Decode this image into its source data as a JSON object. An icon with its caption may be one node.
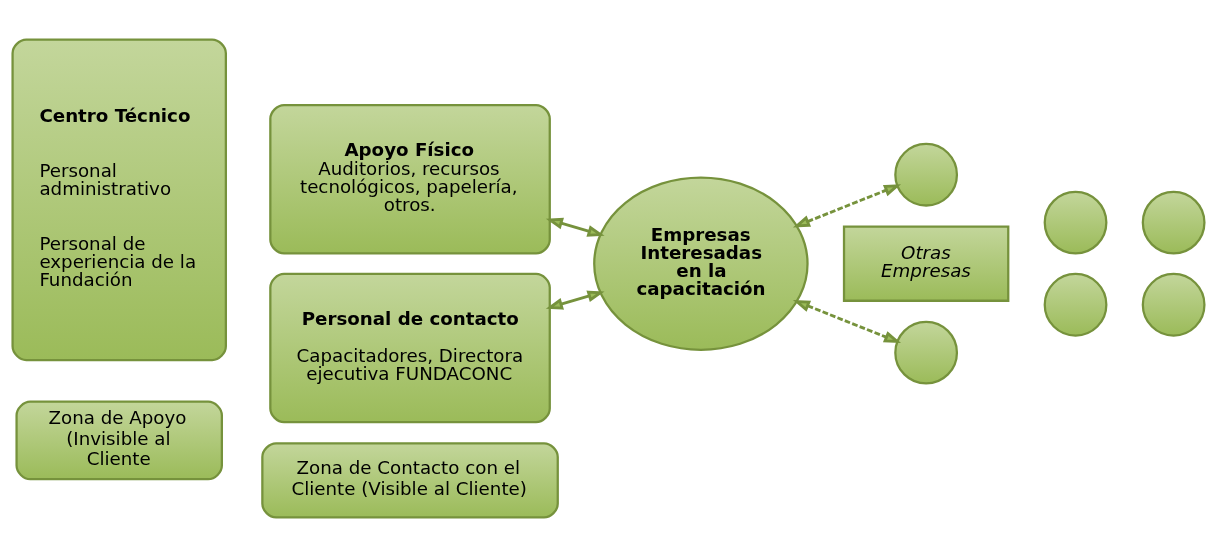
{
  "diagram": {
    "nodes": [
      {
        "text": [
          "Centro Técnico",
          "Personal administrativo",
          "Personal de experiencia de la Fundación"
        ]
      },
      {
        "text": [
          "Apoyo Físico",
          "Auditorios, recursos tecnológicos, papelería, otros."
        ]
      },
      {
        "text": [
          "Personal de contacto",
          "Capacitadores, Directora ejecutiva FUNDACONC"
        ]
      },
      {
        "text": [
          "Empresas Interesadas en la capacitación"
        ]
      },
      {
        "text": [],
        "shape": "circle"
      },
      {
        "text": [],
        "shape": "circle"
      },
      {
        "text": [],
        "shape": "circle"
      },
      {
        "text": [
          "Otras Empresas"
        ]
      },
      {
        "text": [],
        "shape": "circle"
      },
      {
        "text": [],
        "shape": "circle"
      },
      {
        "text": [],
        "shape": "circle"
      },
      {
        "text": [
          "Zona de Apoyo (Invisible al Cliente"
        ]
      },
      {
        "text": [
          "Zona de Contacto con el Cliente (Visible al Cliente)"
        ]
      }
    ],
    "edges": [
      {
        "from": 1,
        "to": 3,
        "arrow": "both"
      },
      {
        "from": 2,
        "to": 3,
        "arrow": "both"
      },
      {
        "from": 3,
        "to": 4,
        "arrow": "both",
        "style": "dashed"
      },
      {
        "from": 3,
        "to": 8,
        "arrow": "both",
        "style": "dashed"
      }
    ]
  }
}
